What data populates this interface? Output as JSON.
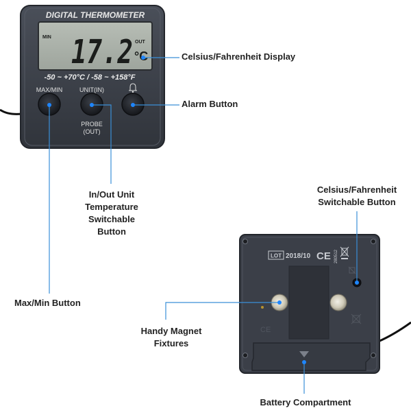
{
  "device": {
    "brand_label": "DIGITAL THERMOMETER",
    "lcd": {
      "min_tag": "MIN",
      "reading": "17.2",
      "out_tag": "OUT",
      "unit": "°C"
    },
    "range_text": "-50 ~ +70°C / -58 ~ +158°F",
    "buttons": {
      "max_min_label": "MAX/MIN",
      "unit_label": "UNIT(IN)",
      "probe_label_1": "PROBE",
      "probe_label_2": "(OUT)"
    },
    "back": {
      "lot_label": "LOT",
      "lot_date": "2018/10",
      "ce_mark": "CE",
      "code": "280512"
    }
  },
  "callouts": {
    "display": "Celsius/Fahrenheit Display",
    "alarm": "Alarm Button",
    "unit_switch": [
      "In/Out Unit",
      "Temperature",
      "Switchable",
      "Button"
    ],
    "max_min": "Max/Min Button",
    "cf_switch": [
      "Celsius/Fahrenheit",
      "Switchable Button"
    ],
    "magnets": [
      "Handy Magnet",
      "Fixtures"
    ],
    "battery": "Battery Compartment"
  },
  "colors": {
    "body": "#3a3e47",
    "body_edge": "#23262c",
    "lcd_bg": "#a9b0a8",
    "lcd_digits": "#1b1d1b",
    "button": "#25282e",
    "leader": "#3a8fd8",
    "dot": "#1e86ff"
  }
}
